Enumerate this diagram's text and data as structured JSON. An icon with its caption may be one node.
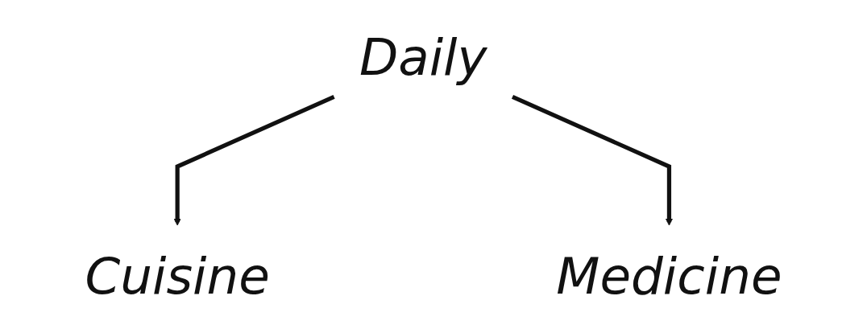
{
  "diagram": {
    "nodes": [
      {
        "text": [
          "Daily"
        ]
      },
      {
        "text": [
          "Cuisine"
        ]
      },
      {
        "text": [
          "Medicine"
        ]
      }
    ],
    "edges": [
      {
        "from": 0,
        "to": 1,
        "arrow": "to"
      },
      {
        "from": 0,
        "to": 2,
        "arrow": "to"
      }
    ]
  }
}
